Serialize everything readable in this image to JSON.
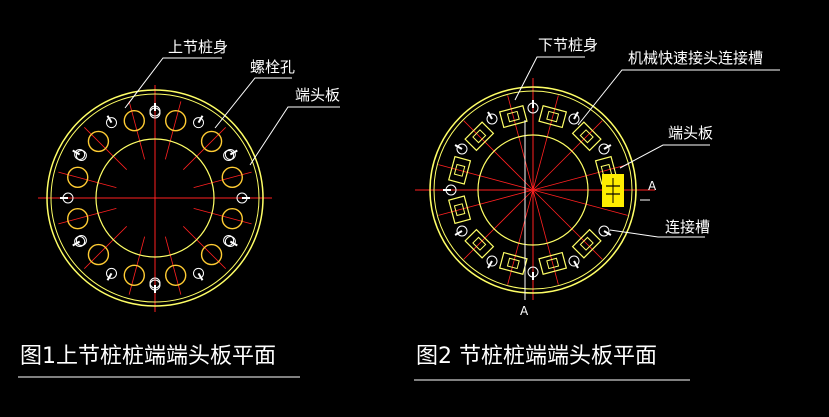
{
  "figure1": {
    "labels": {
      "upper_pile_body": "上节桩身",
      "bolt_hole": "螺栓孔",
      "end_plate": "端头板"
    },
    "caption": "图1上节桩桩端端头板平面"
  },
  "figure2": {
    "labels": {
      "lower_pile_body": "下节桩身",
      "quick_connect_slot": "机械快速接头连接槽",
      "end_plate": "端头板",
      "connect_slot": "连接槽"
    },
    "section_mark_right": "A",
    "section_mark_bottom": "A",
    "caption": "图2  节桩桩端端头板平面"
  },
  "colors": {
    "background": "#000000",
    "outline": "#ffff66",
    "bolt": "#ffcc33",
    "centerline": "#ff2020",
    "leader": "#ffffff",
    "highlight": "#ffee00"
  }
}
